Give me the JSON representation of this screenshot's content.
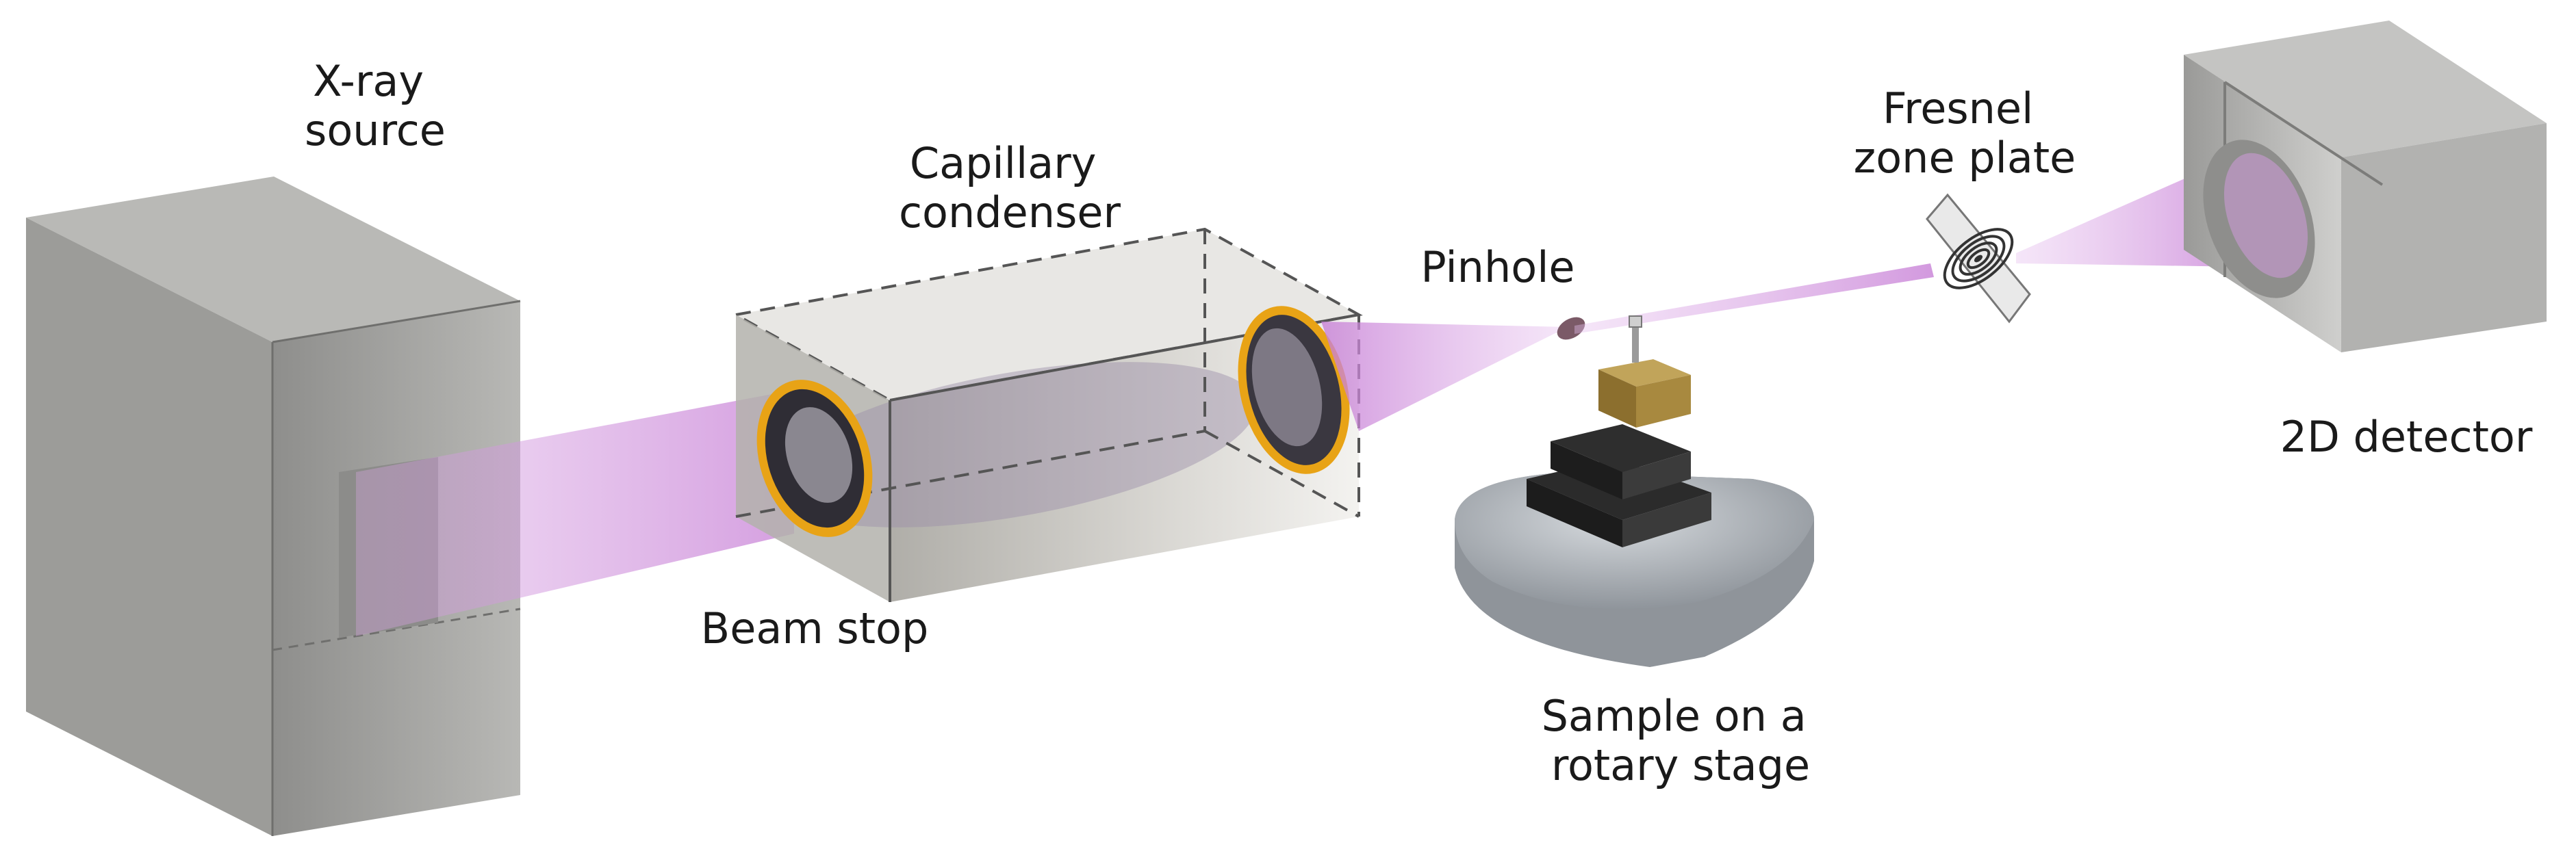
{
  "labels": {
    "xray_source": [
      "X-ray",
      "source"
    ],
    "capillary_condenser": [
      "Capillary",
      "condenser"
    ],
    "pinhole": "Pinhole",
    "fresnel_zone_plate": [
      "Fresnel",
      "zone plate"
    ],
    "beam_stop": "Beam stop",
    "sample_stage": [
      "Sample on a",
      "rotary stage"
    ],
    "detector": "2D detector"
  },
  "colors": {
    "beam": "#c77fd6",
    "housing": "#9a9a98",
    "condenser_glass": "#b8b6b0",
    "ring_accent": "#e8a316",
    "stage_metal": "#9aa0a6",
    "mount_brass": "#a8893f",
    "text": "#1a1a1a"
  }
}
